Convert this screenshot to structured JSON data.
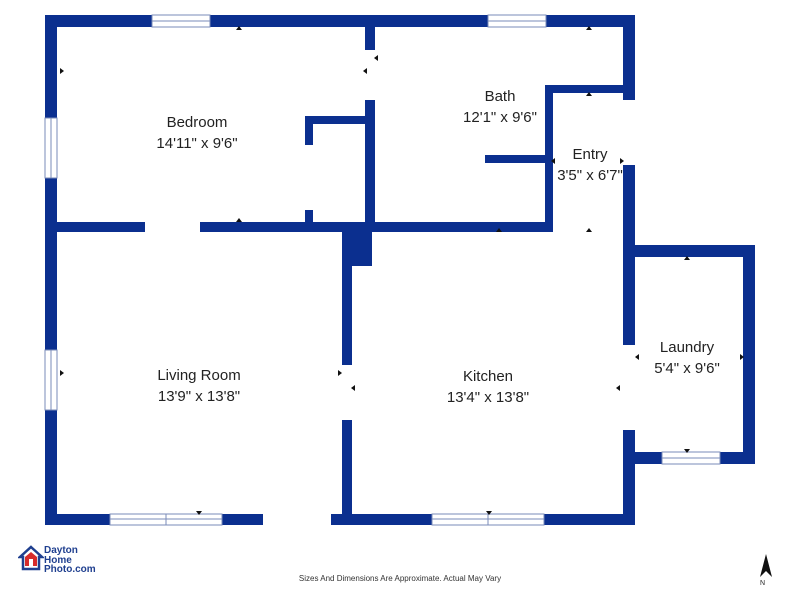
{
  "plan": {
    "wall_color": "#0b2f8f",
    "rooms": [
      {
        "key": "bedroom",
        "name": "Bedroom",
        "dims": "14'11\" x 9'6\""
      },
      {
        "key": "bath",
        "name": "Bath",
        "dims": "12'1\" x 9'6\""
      },
      {
        "key": "entry",
        "name": "Entry",
        "dims": "3'5\" x 6'7\""
      },
      {
        "key": "living",
        "name": "Living Room",
        "dims": "13'9\" x 13'8\""
      },
      {
        "key": "kitchen",
        "name": "Kitchen",
        "dims": "13'4\" x 13'8\""
      },
      {
        "key": "laundry",
        "name": "Laundry",
        "dims": "5'4\" x 9'6\""
      }
    ]
  },
  "footer": {
    "note": "Sizes And Dimensions Are Approximate. Actual May Vary"
  },
  "logo": {
    "line1": "Dayton",
    "line2": "Home",
    "line3": "Photo.com",
    "icon": "house-logo-icon",
    "accent": "#d62b2b"
  },
  "compass": {
    "icon": "north-arrow-icon",
    "label": "N"
  }
}
